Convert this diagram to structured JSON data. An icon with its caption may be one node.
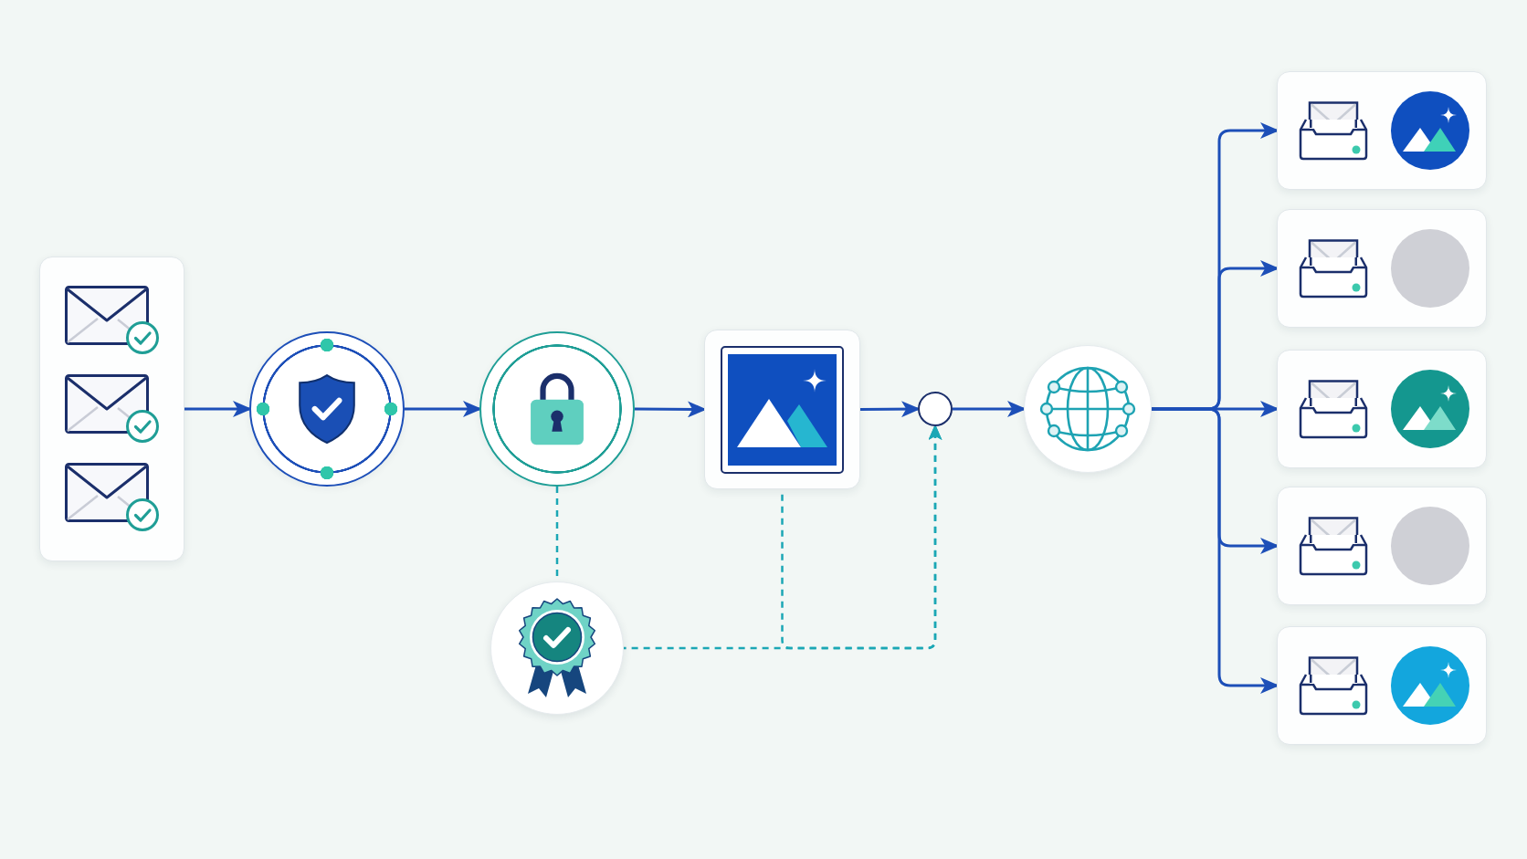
{
  "diagram": {
    "nodes": [
      {
        "text": [],
        "shape": "box"
      },
      {
        "text": [],
        "shape": "circle"
      },
      {
        "text": [],
        "shape": "circle"
      },
      {
        "text": [],
        "shape": "box"
      },
      {
        "text": [],
        "shape": "circle"
      },
      {
        "text": [],
        "shape": "circle"
      },
      {
        "text": [],
        "shape": "box"
      },
      {
        "text": [],
        "shape": "box"
      },
      {
        "text": [],
        "shape": "box"
      },
      {
        "text": [],
        "shape": "box"
      },
      {
        "text": [],
        "shape": "box"
      },
      {
        "text": [],
        "shape": "circle"
      }
    ],
    "edges": [
      {
        "from": 0,
        "to": 1,
        "arrow": "to"
      },
      {
        "from": 1,
        "to": 2,
        "arrow": "to"
      },
      {
        "from": 2,
        "to": 3,
        "arrow": "to"
      },
      {
        "from": 3,
        "to": 4,
        "arrow": "to"
      },
      {
        "from": 4,
        "to": 5,
        "arrow": "to"
      },
      {
        "from": 5,
        "to": 6,
        "arrow": "to"
      },
      {
        "from": 5,
        "to": 7,
        "arrow": "to"
      },
      {
        "from": 5,
        "to": 8,
        "arrow": "to"
      },
      {
        "from": 5,
        "to": 9,
        "arrow": "to"
      },
      {
        "from": 5,
        "to": 10,
        "arrow": "to"
      },
      {
        "from": 2,
        "to": 11,
        "arrow": "none",
        "style": "dashed",
        "color": "#1ba7b5"
      },
      {
        "from": 11,
        "to": 4,
        "arrow": "to",
        "style": "dashed",
        "color": "#1ba7b5"
      },
      {
        "from": 3,
        "to": 4,
        "arrow": "to",
        "style": "dashed",
        "color": "#1ba7b5"
      }
    ]
  }
}
